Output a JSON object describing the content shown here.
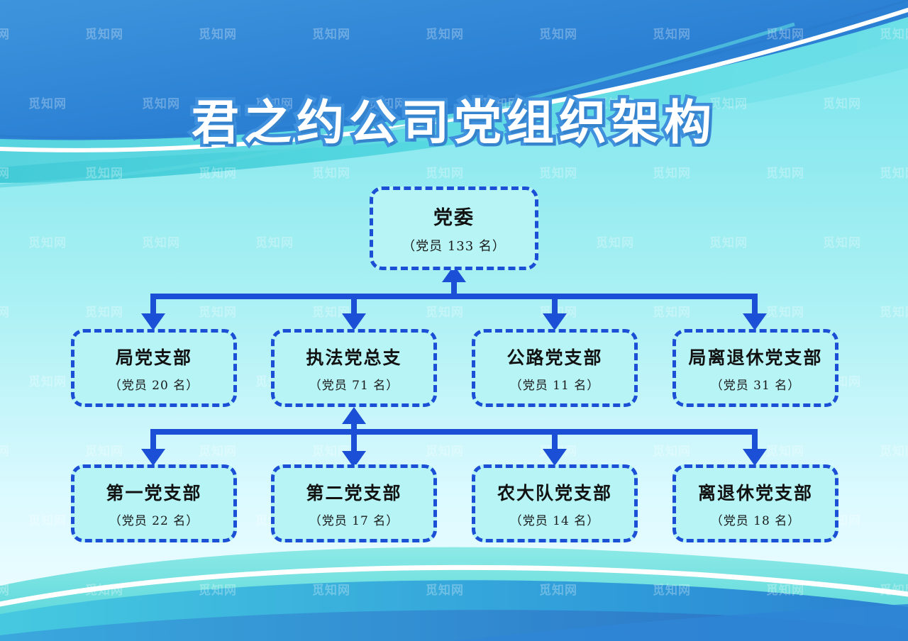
{
  "title": "君之约公司党组织架构",
  "watermark": {
    "text": "觅知网"
  },
  "colors": {
    "node_fill": "#b6f4f5",
    "node_border": "#1a4fd6",
    "connector": "#1a4fd6",
    "title_fill": "#ffffff",
    "title_outline": "#3f90dd",
    "bg_top_band": "#2f86d6",
    "bg_body_top": "#7fe5ec",
    "bg_body_bottom": "#eafaff",
    "bg_accent_teal": "#4fd4d9"
  },
  "chart_data": {
    "type": "diagram",
    "title": "君之约公司党组织架构",
    "levels": [
      {
        "level": 1,
        "nodes": [
          {
            "id": "root",
            "name": "党委",
            "members_label": "（党员 133 名）",
            "members": 133
          }
        ]
      },
      {
        "level": 2,
        "nodes": [
          {
            "id": "l2-1",
            "name": "局党支部",
            "members_label": "（党员 20 名）",
            "members": 20,
            "parent": "root"
          },
          {
            "id": "l2-2",
            "name": "执法党总支",
            "members_label": "（党员 71 名）",
            "members": 71,
            "parent": "root"
          },
          {
            "id": "l2-3",
            "name": "公路党支部",
            "members_label": "（党员 11 名）",
            "members": 11,
            "parent": "root"
          },
          {
            "id": "l2-4",
            "name": "局离退休党支部",
            "members_label": "（党员 31 名）",
            "members": 31,
            "parent": "root"
          }
        ]
      },
      {
        "level": 3,
        "nodes": [
          {
            "id": "l3-1",
            "name": "第一党支部",
            "members_label": "（党员 22 名）",
            "members": 22,
            "parent": "l2-2"
          },
          {
            "id": "l3-2",
            "name": "第二党支部",
            "members_label": "（党员 17 名）",
            "members": 17,
            "parent": "l2-2"
          },
          {
            "id": "l3-3",
            "name": "农大队党支部",
            "members_label": "（党员 14 名）",
            "members": 14,
            "parent": "l2-2"
          },
          {
            "id": "l3-4",
            "name": "离退休党支部",
            "members_label": "（党员 18 名）",
            "members": 18,
            "parent": "l2-2"
          }
        ]
      }
    ]
  },
  "nodes": {
    "root": {
      "name": "党委",
      "members_label": "（党员 133 名）"
    },
    "l2_1": {
      "name": "局党支部",
      "members_label": "（党员 20 名）"
    },
    "l2_2": {
      "name": "执法党总支",
      "members_label": "（党员 71 名）"
    },
    "l2_3": {
      "name": "公路党支部",
      "members_label": "（党员 11 名）"
    },
    "l2_4": {
      "name": "局离退休党支部",
      "members_label": "（党员 31 名）"
    },
    "l3_1": {
      "name": "第一党支部",
      "members_label": "（党员 22 名）"
    },
    "l3_2": {
      "name": "第二党支部",
      "members_label": "（党员 17 名）"
    },
    "l3_3": {
      "name": "农大队党支部",
      "members_label": "（党员 14 名）"
    },
    "l3_4": {
      "name": "离退休党支部",
      "members_label": "（党员 18 名）"
    }
  }
}
